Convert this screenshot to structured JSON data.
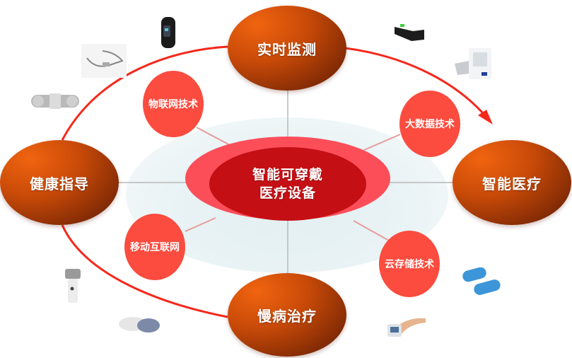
{
  "diagram": {
    "center": {
      "line1": "智能可穿戴",
      "line2": "医疗设备",
      "outer_color": "#fb4e59",
      "inner_color": "#c40f14"
    },
    "application_nodes": [
      {
        "id": "realtime-monitoring",
        "label": "实时监测",
        "position": "top"
      },
      {
        "id": "smart-healthcare",
        "label": "智能医疗",
        "position": "right"
      },
      {
        "id": "chronic-disease-treatment",
        "label": "慢病治疗",
        "position": "bottom"
      },
      {
        "id": "health-guidance",
        "label": "健康指导",
        "position": "left"
      }
    ],
    "technology_nodes": [
      {
        "id": "iot",
        "label": "物联网技术",
        "position": "top-left"
      },
      {
        "id": "big-data",
        "label": "大数据技术",
        "position": "top-right"
      },
      {
        "id": "cloud-storage",
        "label": "云存储技术",
        "position": "bottom-right"
      },
      {
        "id": "mobile-internet",
        "label": "移动互联网",
        "position": "bottom-left"
      }
    ],
    "devices": [
      {
        "id": "smart-band",
        "icon": "smart-band-icon"
      },
      {
        "id": "smart-glasses",
        "icon": "smart-glasses-icon"
      },
      {
        "id": "patch-sensor",
        "icon": "patch-sensor-icon"
      },
      {
        "id": "chest-strap",
        "icon": "chest-strap-icon"
      },
      {
        "id": "blood-pressure-monitor",
        "icon": "blood-pressure-monitor-icon"
      },
      {
        "id": "nebulizer",
        "icon": "nebulizer-icon"
      },
      {
        "id": "insulin-patch",
        "icon": "insulin-patch-icon"
      },
      {
        "id": "tens-pads",
        "icon": "tens-pads-icon"
      },
      {
        "id": "wrist-oximeter",
        "icon": "wrist-oximeter-icon"
      }
    ],
    "colors": {
      "orbit_arrow": "#f5281c",
      "application_node": "#c84a08",
      "technology_node": "#fb4c3f",
      "connector": "#b8b8b8",
      "tech_connector": "#e89a9a"
    }
  }
}
